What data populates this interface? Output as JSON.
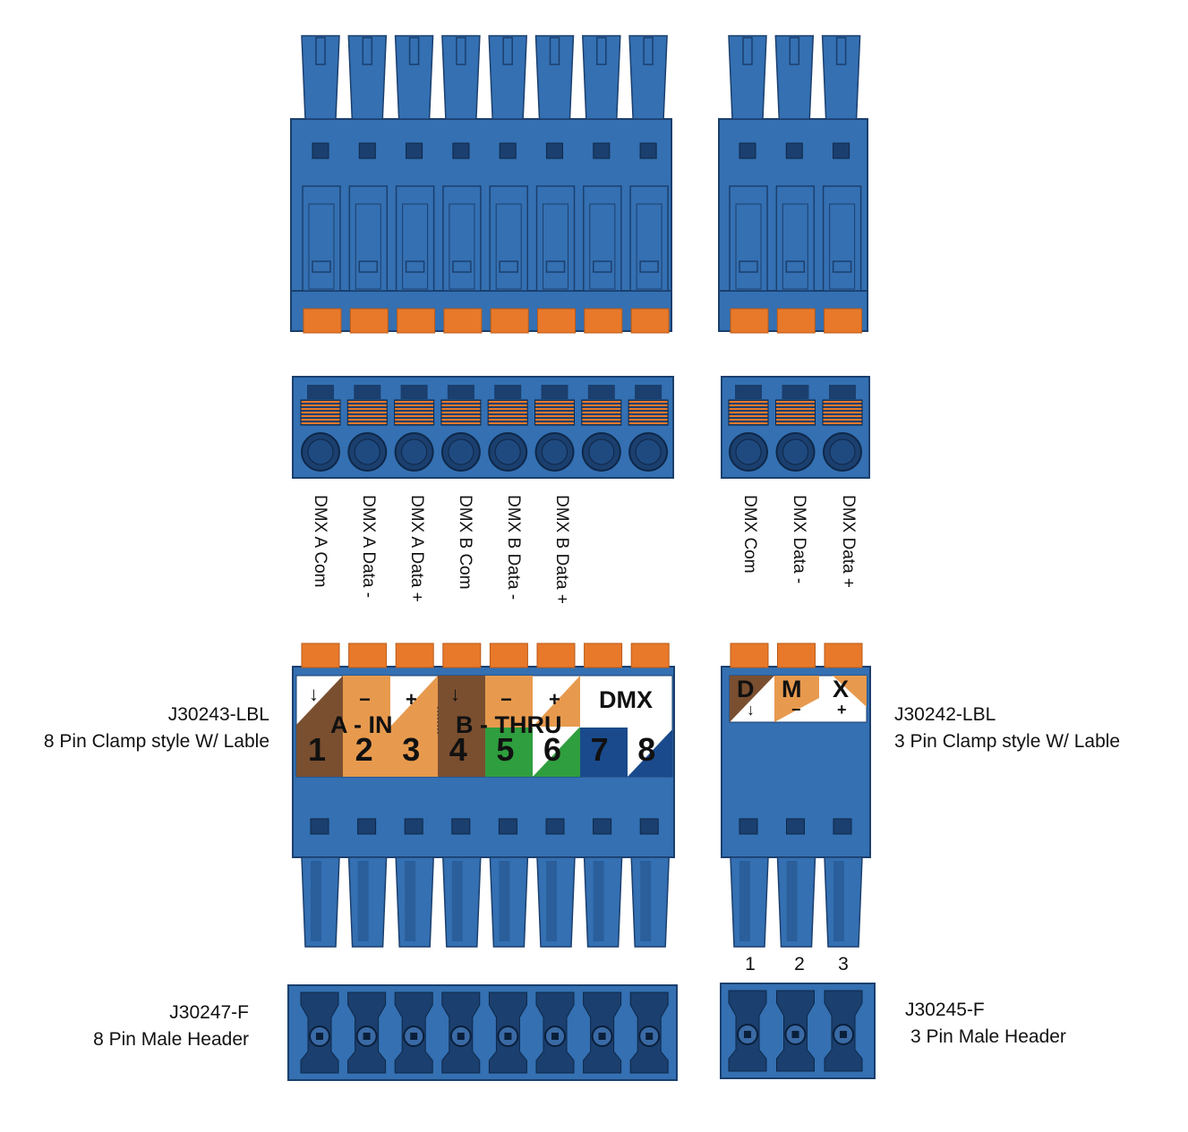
{
  "wire_labels_8pin": [
    "DMX A Com",
    "DMX A Data -",
    "DMX A Data +",
    "DMX B Com",
    "DMX B Data -",
    "DMX B Data +"
  ],
  "wire_labels_3pin": [
    "DMX  Com",
    "DMX  Data -",
    "DMX  Data +"
  ],
  "label_8pin": {
    "symbols": [
      "↓",
      "−",
      "+",
      "↓",
      "−",
      "+"
    ],
    "group_a": "A - IN",
    "group_b": "B - THRU",
    "dmx": "DMX",
    "numbers": [
      "1",
      "2",
      "3",
      "4",
      "5",
      "6",
      "7",
      "8"
    ]
  },
  "label_3pin": {
    "letters": [
      "D",
      "M",
      "X"
    ],
    "symbols": [
      "↓",
      "−",
      "+"
    ]
  },
  "captions": {
    "lbl8_part": "J30243-LBL",
    "lbl8_desc": "8 Pin Clamp style W/ Lable",
    "lbl3_part": "J30242-LBL",
    "lbl3_desc": "3 Pin Clamp style W/ Lable",
    "hdr8_part": "J30247-F",
    "hdr8_desc": "8 Pin  Male Header",
    "hdr3_part": "J30245-F",
    "hdr3_desc": "3 Pin Male Header"
  },
  "header3_pin_numbers": [
    "1",
    "2",
    "3"
  ],
  "colors": {
    "connector_blue": "#3470b2",
    "connector_dark": "#1b3f6e",
    "clamp_orange": "#e8792a",
    "brown": "#7a4f30",
    "tan": "#e79a4e",
    "green": "#2f9e3e",
    "navy": "#1a4a8c"
  }
}
